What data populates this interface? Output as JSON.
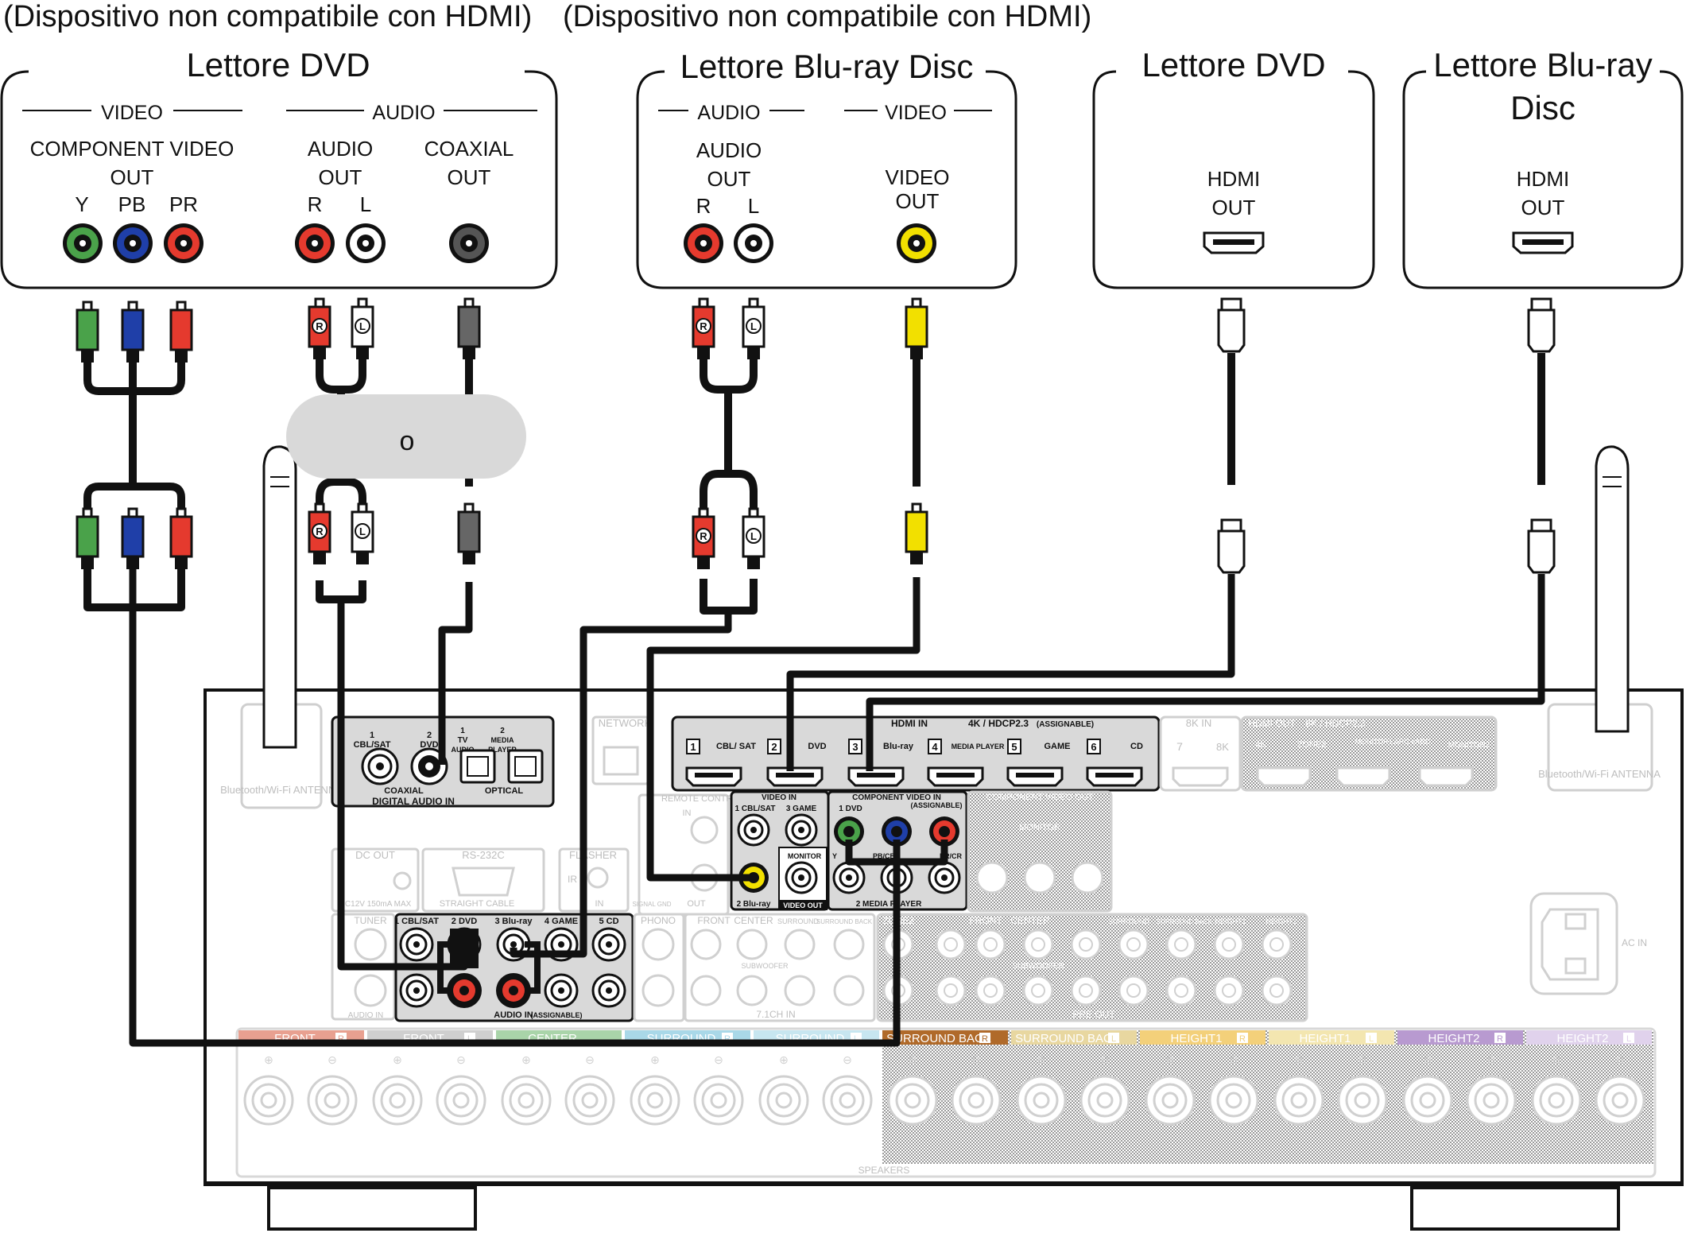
{
  "header": {
    "note_left": "(Dispositivo non compatibile con HDMI)",
    "note_right": "(Dispositivo non compatibile con HDMI)"
  },
  "devices": {
    "dvd_analog": {
      "title": "Lettore DVD",
      "video_group": "VIDEO",
      "audio_group": "AUDIO",
      "component_label_1": "COMPONENT VIDEO",
      "component_label_2": "OUT",
      "y": "Y",
      "pb": "PB",
      "pr": "PR",
      "audio_label_1": "AUDIO",
      "audio_label_2": "OUT",
      "r": "R",
      "l": "L",
      "coaxial_label_1": "COAXIAL",
      "coaxial_label_2": "OUT"
    },
    "bluray_analog": {
      "title": "Lettore Blu-ray Disc",
      "audio_group": "AUDIO",
      "video_group": "VIDEO",
      "audio_label_1": "AUDIO",
      "audio_label_2": "OUT",
      "r": "R",
      "l": "L",
      "video_label_1": "VIDEO",
      "video_label_2": "OUT"
    },
    "dvd_hdmi": {
      "title": "Lettore DVD",
      "hdmi_label_1": "HDMI",
      "hdmi_label_2": "OUT"
    },
    "bluray_hdmi": {
      "title_1": "Lettore Blu-ray",
      "title_2": "Disc",
      "hdmi_label_1": "HDMI",
      "hdmi_label_2": "OUT"
    }
  },
  "cables": {
    "or_label": "o",
    "plug_r": "R",
    "plug_l": "L"
  },
  "receiver": {
    "digital_audio_in": "DIGITAL AUDIO IN",
    "assignable": "(ASSIGNABLE)",
    "coaxial": "COAXIAL",
    "optical": "OPTICAL",
    "dig_1": "1\nCBL/SAT",
    "dig_2": "2\nDVD",
    "opt_1": "1\nTV AUDIO",
    "opt_2": "2\nMEDIA PLAYER",
    "network": "NETWORK",
    "hdmi_in": "HDMI IN",
    "hdcp": "4K / HDCP2.3",
    "hdmi_in_labels": [
      "CBL/ SAT",
      "DVD",
      "Blu-ray",
      "MEDIA PLAYER",
      "GAME",
      "CD"
    ],
    "hdmi_in_numbers": [
      "1",
      "2",
      "3",
      "4",
      "5",
      "6"
    ],
    "eight_k_in": "8K IN",
    "hdmi_7": "7",
    "hdmi_8k": "8K",
    "hdmi_out": "HDMI OUT",
    "hdmi_out_hdcp": "8K / HDCP2.3",
    "hdmi_out_4k": "4K",
    "hdmi_out_zone2": "ZONE2",
    "hdmi_out_monitor1": "MONITOR1 ARC eARC",
    "hdmi_out_monitor2": "MONITOR2",
    "bt_antenna_left": "Bluetooth/Wi-Fi ANTENNA",
    "bt_antenna_right": "Bluetooth/Wi-Fi ANTENNA",
    "remote_control": "REMOTE CONTROL",
    "remote_in": "IN",
    "remote_out": "OUT",
    "video_in": "VIDEO IN",
    "video_in_labels": [
      "1 CBL/SAT",
      "3 GAME",
      "2 Blu-ray"
    ],
    "monitor": "MONITOR",
    "video_out": "VIDEO OUT",
    "component_video_in": "COMPONENT VIDEO IN",
    "component_1": "1 DVD",
    "component_2": "2 MEDIA PLAYER",
    "component_y": "Y",
    "component_pb": "PB/CB",
    "component_pr": "PR/CR",
    "component_video_out": "COMPONENT VIDEO OUT",
    "dc_out": "DC OUT",
    "dc_spec": "DC12V 150mA MAX",
    "rs232c": "RS-232C",
    "straight_cable": "STRAIGHT CABLE",
    "flasher": "FLASHER",
    "flasher_in": "IN",
    "ir": "IR",
    "signal_gnd": "SIGNAL GND",
    "tuner": "TUNER",
    "audio_in": "AUDIO IN",
    "audio_in_labels": [
      "1 CBL/SAT",
      "2 DVD",
      "3 Blu-ray",
      "4 GAME",
      "5 CD"
    ],
    "phono": "PHONO",
    "seven_one_in": "7.1CH IN",
    "pre_out": "PRE OUT",
    "zone2": "ZONE2",
    "subwoofer": "SUBWOOFER",
    "ch_front": "FRONT",
    "ch_center": "CENTER",
    "ch_surround": "SURROUND",
    "ch_surround_back": "SURROUND BACK",
    "ch_height1": "HEIGHT1",
    "ch_height2": "HEIGHT2",
    "ac_in": "AC IN",
    "speakers": "SPEAKERS",
    "speaker_labels": [
      "FRONT",
      "FRONT",
      "CENTER",
      "SURROUND",
      "SURROUND",
      "SURROUND BACK",
      "SURROUND BACK",
      "HEIGHT1",
      "HEIGHT1",
      "HEIGHT2",
      "HEIGHT2"
    ],
    "speaker_sides": [
      "R",
      "L",
      "",
      "R",
      "L",
      "R",
      "L",
      "R",
      "L",
      "R",
      "L"
    ],
    "speaker_colors": [
      "#e8a090",
      "#cfcfcf",
      "#a9d4a9",
      "#a9d8e8",
      "#c7e6f0",
      "#b06a2a",
      "#e8d7a0",
      "#f3d07a",
      "#f3e6b0",
      "#b89ad0",
      "#e0d2ec"
    ]
  }
}
